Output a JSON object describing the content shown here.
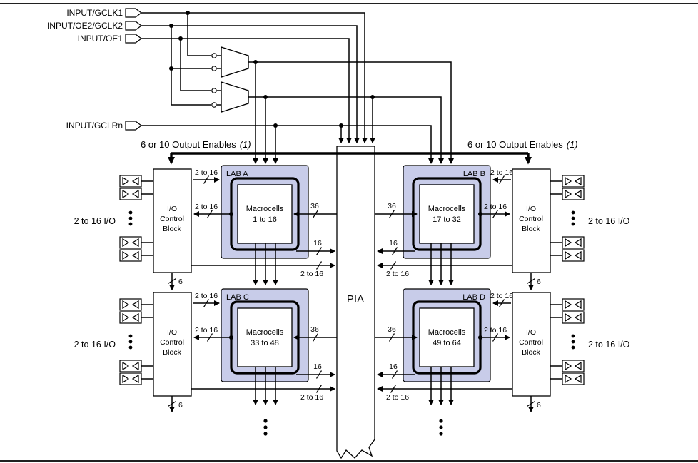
{
  "inputs": {
    "gclk1": "INPUT/GCLK1",
    "oe2_gclk2": "INPUT/OE2/GCLK2",
    "oe1": "INPUT/OE1",
    "gclrn": "INPUT/GCLRn"
  },
  "oe_bus": {
    "label": "6 or 10 Output Enables",
    "note": "(1)"
  },
  "pia": {
    "label": "PIA"
  },
  "labs": {
    "a": {
      "name": "LAB A",
      "line1": "Macrocells",
      "line2": "1 to 16"
    },
    "b": {
      "name": "LAB B",
      "line1": "Macrocells",
      "line2": "17 to 32"
    },
    "c": {
      "name": "LAB C",
      "line1": "Macrocells",
      "line2": "33 to 48"
    },
    "d": {
      "name": "LAB D",
      "line1": "Macrocells",
      "line2": "49 to 64"
    }
  },
  "io_block": {
    "line1": "I/O",
    "line2": "Control",
    "line3": "Block"
  },
  "io_pins_label": "2 to 16 I/O",
  "bus_labels": {
    "b36": "36",
    "b16": "16",
    "b2to16": "2 to 16",
    "b6": "6"
  },
  "colors": {
    "lab_fill": "#c8cce9",
    "line": "#000000"
  }
}
